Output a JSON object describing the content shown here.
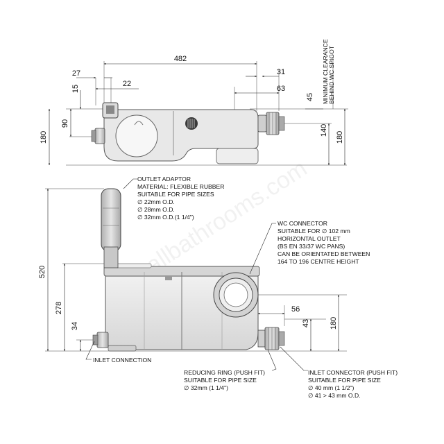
{
  "watermark": "allbathrooms.com",
  "top_view": {
    "dims": {
      "overall_width": "482",
      "d27": "27",
      "d15": "15",
      "d22": "22",
      "d31": "31",
      "d63": "63",
      "d45": "45",
      "d90": "90",
      "d140": "140",
      "d180_left": "180",
      "d180_right": "180"
    },
    "clearance_note": [
      "MINIMUM CLEARANCE",
      "BEHIND WC SPIGOT"
    ]
  },
  "front_view": {
    "dims": {
      "height_520": "520",
      "height_278": "278",
      "height_34": "34",
      "d56": "56",
      "d43": "43",
      "d180": "180"
    },
    "notes": {
      "outlet_adaptor": [
        "OUTLET ADAPTOR",
        "MATERIAL: FLEXIBLE RUBBER",
        "SUITABLE FOR PIPE SIZES",
        "∅ 22mm O.D.",
        "∅ 28mm O.D.",
        "∅ 32mm O.D.(1 1/4\")"
      ],
      "wc_connector": [
        "WC CONNECTOR",
        "SUITABLE FOR ∅ 102 mm",
        "HORIZONTAL OUTLET",
        "(BS EN 33/37 WC PANS)",
        "CAN BE ORIENTATED BETWEEN",
        "164 TO 196 CENTRE HEIGHT"
      ],
      "inlet_connection": [
        "INLET CONNECTION"
      ],
      "reducing_ring": [
        "REDUCING RING (PUSH FIT)",
        "SUITABLE FOR PIPE SIZE",
        "∅ 32mm (1 1/4\")"
      ],
      "inlet_connector": [
        "INLET CONNECTOR (PUSH FIT)",
        "SUITABLE FOR PIPE SIZE",
        "∅ 40 mm (1 1/2\")",
        "∅ 41 > 43 mm O.D."
      ]
    }
  }
}
